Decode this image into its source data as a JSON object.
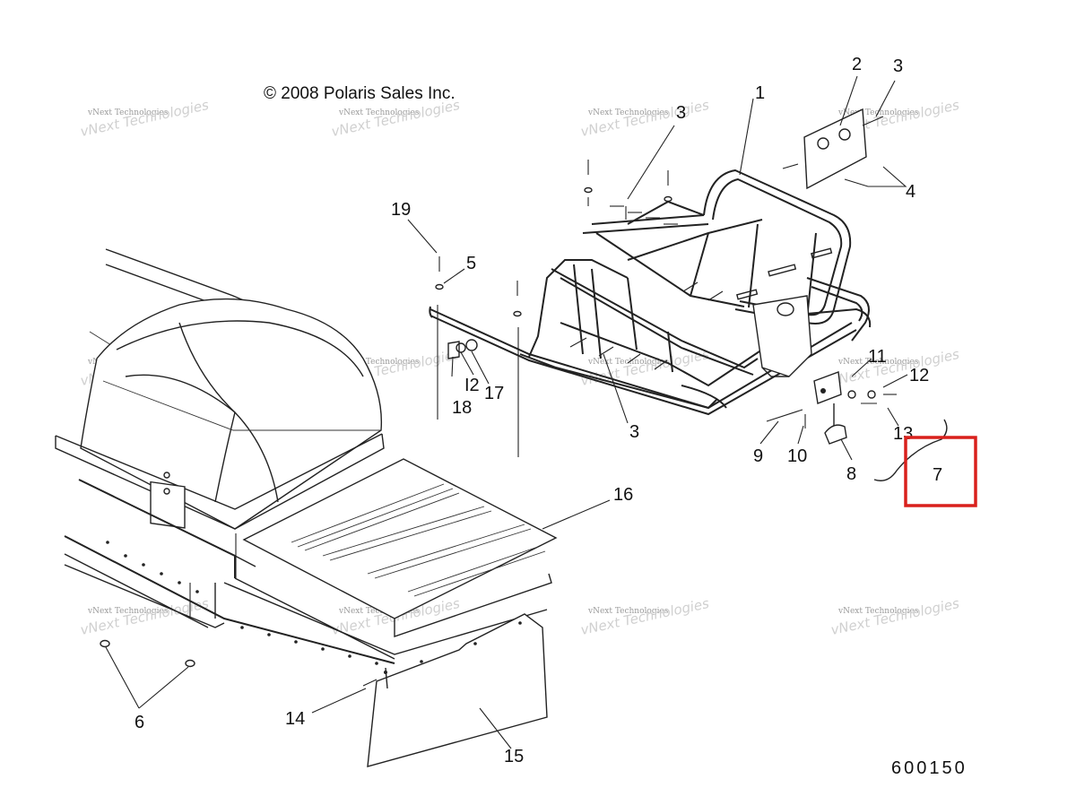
{
  "diagram": {
    "copyright": "©  2008 Polaris Sales Inc.",
    "diagram_id": "600150",
    "watermark": {
      "line1": "vNext Technologies",
      "line2": "vNext Technologies"
    },
    "highlight_color": "#d9201c",
    "callouts": [
      {
        "id": "c1",
        "label": "1"
      },
      {
        "id": "c2",
        "label": "2"
      },
      {
        "id": "c3a",
        "label": "3"
      },
      {
        "id": "c3b",
        "label": "3"
      },
      {
        "id": "c3c",
        "label": "3"
      },
      {
        "id": "c4",
        "label": "4"
      },
      {
        "id": "c5",
        "label": "5"
      },
      {
        "id": "c6",
        "label": "6"
      },
      {
        "id": "c7",
        "label": "7"
      },
      {
        "id": "c8",
        "label": "8"
      },
      {
        "id": "c9",
        "label": "9"
      },
      {
        "id": "c10",
        "label": "10"
      },
      {
        "id": "c11",
        "label": "11"
      },
      {
        "id": "c12a",
        "label": "12"
      },
      {
        "id": "c12b",
        "label": "I2"
      },
      {
        "id": "c13",
        "label": "13"
      },
      {
        "id": "c14",
        "label": "14"
      },
      {
        "id": "c15",
        "label": "15"
      },
      {
        "id": "c16",
        "label": "16"
      },
      {
        "id": "c17",
        "label": "17"
      },
      {
        "id": "c18",
        "label": "18"
      },
      {
        "id": "c19",
        "label": "19"
      }
    ]
  }
}
